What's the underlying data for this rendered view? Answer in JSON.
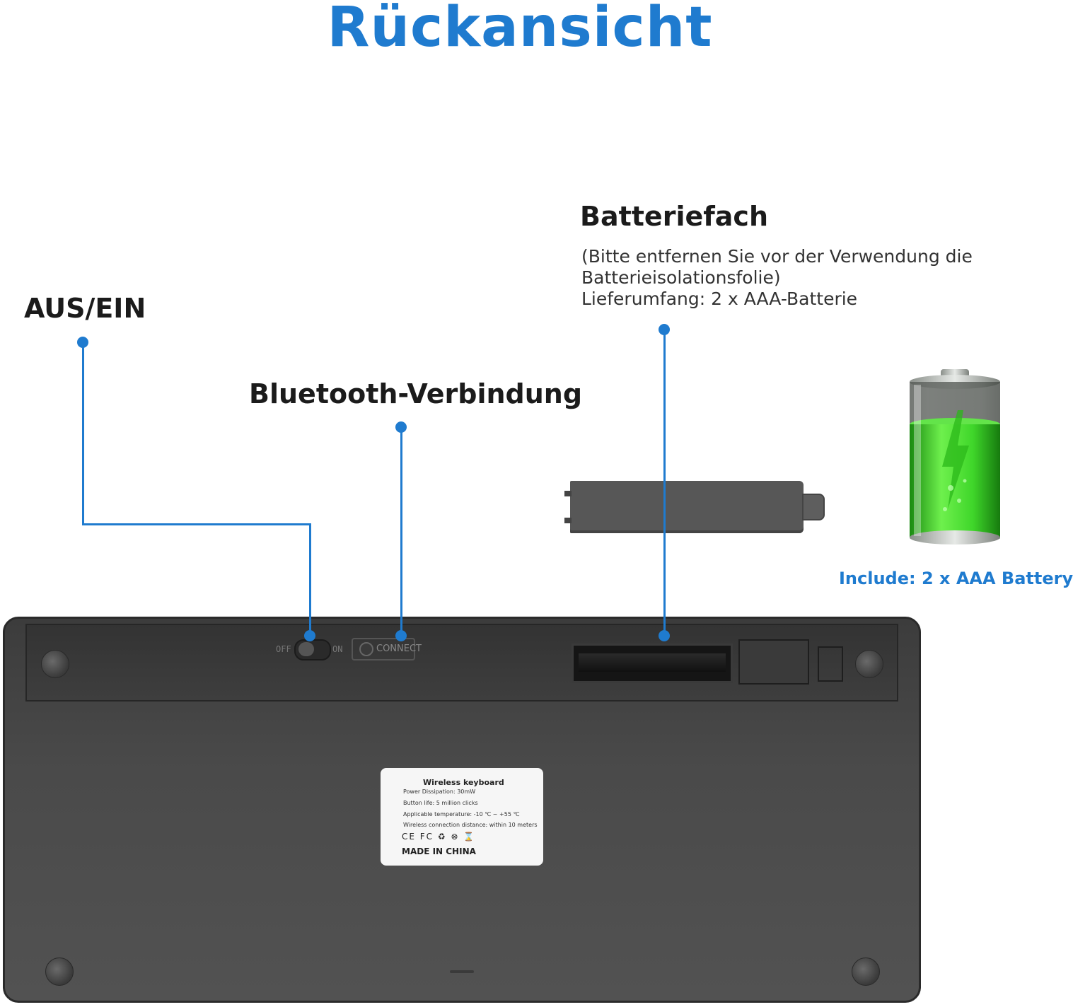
{
  "title": "Rückansicht",
  "callouts": {
    "power": {
      "label": "AUS/EIN"
    },
    "bluetooth": {
      "label": "Bluetooth-Verbindung"
    },
    "battery_compartment": {
      "label": "Batteriefach",
      "note_line1": "(Bitte entfernen Sie vor der Verwendung die",
      "note_line2": "Batterieisolationsfolie)",
      "note_line3": "Lieferumfang: 2 x AAA-Batterie"
    }
  },
  "battery_caption": "Include: 2 x AAA Battery",
  "keyboard": {
    "switch_off": "OFF",
    "switch_on": "ON",
    "connect": "CONNECT",
    "sticker": {
      "title": "Wireless keyboard",
      "line1": "Power Dissipation: 30mW",
      "line2": "Button life:  5 million clicks",
      "line3": "Applicable temperature:  -10 ℃ ~ +55 ℃",
      "line4": "Wireless connection distance:  within 10 meters",
      "marks": "CE FC ♻ ⊗ ⌛",
      "made_in": "MADE IN CHINA"
    }
  },
  "colors": {
    "accent": "#1f7bcf",
    "keyboard": "#4a4a4a",
    "battery_green": "#3fd62a"
  },
  "icons": [
    "battery-icon",
    "lightning-icon"
  ]
}
